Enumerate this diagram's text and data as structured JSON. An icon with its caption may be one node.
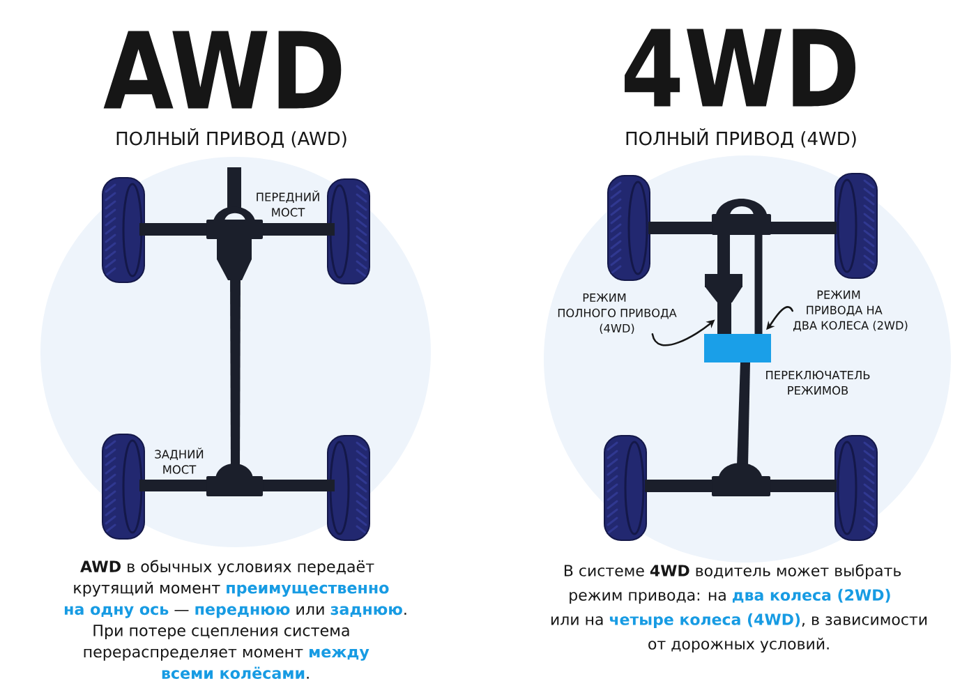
{
  "diagram": {
    "nodes": [
      {
        "text": [
          "РЕЖИМ ПОЛНОГО ПРИВОДА (4WD)"
        ]
      },
      {
        "text": [],
        "shape": "bar"
      },
      {
        "text": [],
        "shape": "bar"
      },
      {
        "text": [
          "РЕЖИМ ПРИВОДА НА ДВА КОЛЕСА (2WD)"
        ]
      }
    ],
    "edges": [
      {
        "from": 0,
        "to": 1,
        "arrow": "to"
      },
      {
        "from": 3,
        "to": 2,
        "arrow": "to"
      }
    ],
    "labels": [
      "AWD",
      "ПОЛНЫЙ ПРИВОД (AWD)",
      "ПЕРЕДНИЙ МОСТ",
      "ЗАДНИЙ МОСТ",
      "**AWD** в обычных условиях передаёт крутящий момент **преимущественно на одну ось** — **переднюю** или **заднюю**. При потере сцепления система перераспределяет момент **между всеми колёсами**.",
      "4WD",
      "ПОЛНЫЙ ПРИВОД (4WD)",
      "ПЕРЕКЛЮЧАТЕЛЬ РЕЖИМОВ",
      "В системе **4WD** водитель может выбрать режим привода: на **два колеса (2WD)** или на **четыре колеса (4WD)**, в зависимости от дорожных условий."
    ]
  }
}
